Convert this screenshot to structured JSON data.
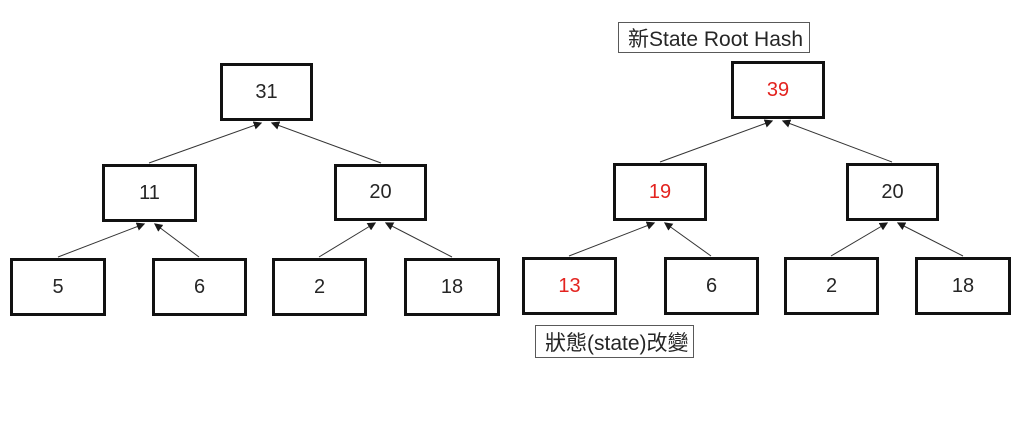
{
  "diagram": {
    "colors": {
      "changed_value": "#e3231f",
      "node_border": "#111111",
      "connector": "#333333"
    },
    "old_tree": {
      "root": "31",
      "children": [
        "11",
        "20"
      ],
      "leaves": [
        "5",
        "6",
        "2",
        "18"
      ]
    },
    "new_tree": {
      "top_label": "新State Root Hash",
      "bottom_label": "狀態(state)改變",
      "root": "39",
      "children": [
        "19",
        "20"
      ],
      "leaves": [
        "13",
        "6",
        "2",
        "18"
      ]
    }
  }
}
